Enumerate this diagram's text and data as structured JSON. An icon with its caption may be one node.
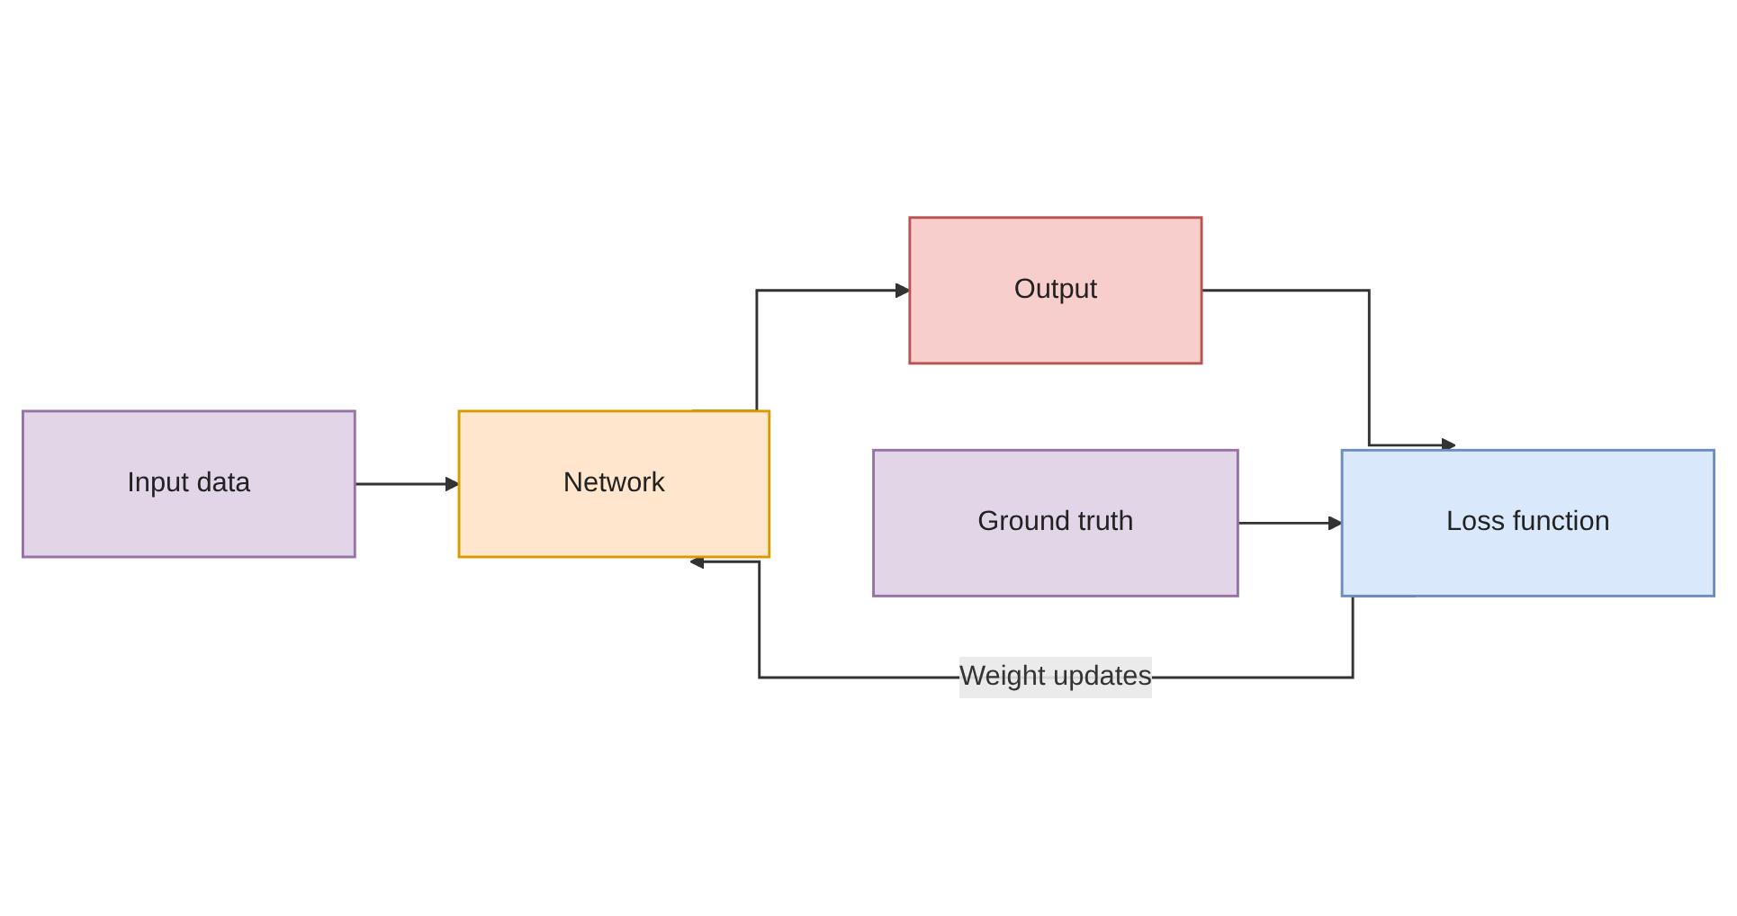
{
  "diagram": {
    "nodes": [
      {
        "text": [
          "Input data"
        ]
      },
      {
        "text": [
          "Network"
        ]
      },
      {
        "text": [
          "Output"
        ]
      },
      {
        "text": [
          "Ground truth"
        ]
      },
      {
        "text": [
          "Loss function"
        ]
      }
    ],
    "edges": [
      {
        "from": 0,
        "to": 1,
        "arrow": "to"
      },
      {
        "from": 1,
        "to": 2,
        "arrow": "to"
      },
      {
        "from": 2,
        "to": 4,
        "arrow": "to"
      },
      {
        "from": 3,
        "to": 4,
        "arrow": "to"
      },
      {
        "from": 4,
        "to": 1,
        "arrow": "to",
        "label": "Weight updates"
      }
    ]
  }
}
